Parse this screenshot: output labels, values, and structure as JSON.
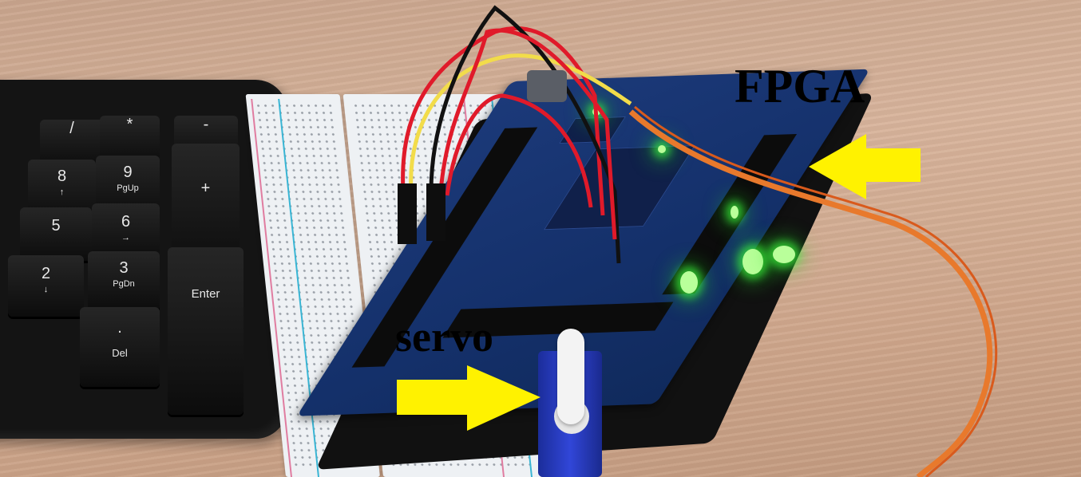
{
  "scene": {
    "description": "Photo of a desk with a numeric keypad, a white solderless breadboard, a blue FPGA development board with green LEDs lit, and a small blue servo motor connected via jumper wires.",
    "background_color": "#d2ac93"
  },
  "annotations": {
    "fpga_label": "FPGA",
    "servo_label": "servo",
    "arrow_color": "#fff200"
  },
  "keyboard": {
    "keys": [
      {
        "main": "/",
        "sub": ""
      },
      {
        "main": "*",
        "sub": ""
      },
      {
        "main": "-",
        "sub": ""
      },
      {
        "main": "8",
        "sub": "↑"
      },
      {
        "main": "9",
        "sub": "PgUp"
      },
      {
        "main": "+",
        "sub": ""
      },
      {
        "main": "5",
        "sub": ""
      },
      {
        "main": "6",
        "sub": "→"
      },
      {
        "main": "2",
        "sub": "↓"
      },
      {
        "main": "3",
        "sub": "PgDn"
      },
      {
        "main": "Enter",
        "sub": ""
      },
      {
        "main": ".",
        "sub": "Del"
      }
    ]
  },
  "wires": {
    "colors": [
      "#e01a2a",
      "#111111",
      "#f2dc4a",
      "#e8792c"
    ]
  },
  "leds": {
    "color": "#3cff3c"
  }
}
